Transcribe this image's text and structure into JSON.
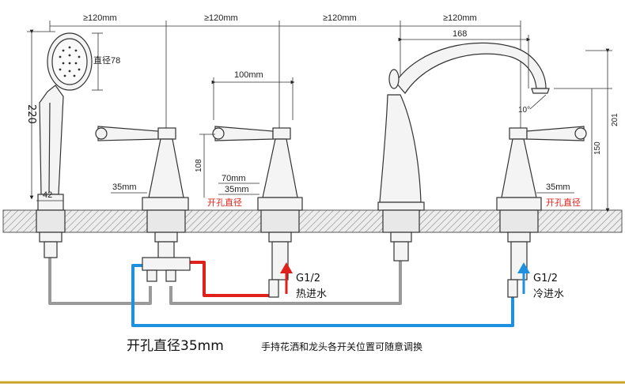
{
  "spacing": {
    "gap_1": "≥120mm",
    "gap_2": "≥120mm",
    "gap_3": "≥120mm",
    "gap_4": "≥120mm"
  },
  "hand_shower": {
    "diameter_label": "直径78",
    "height": "220",
    "base_width": "42"
  },
  "handles": {
    "left_hole": "35mm",
    "middle_spread": "100mm",
    "middle_height": "108",
    "middle_outer": "70mm",
    "middle_hole": "35mm",
    "middle_hole_red": "开孔直径",
    "right_hole": "35mm",
    "right_hole_red": "开孔直径"
  },
  "spout": {
    "reach": "168",
    "angle": "10°",
    "total_height": "201",
    "height": "150"
  },
  "inlets": {
    "hot_size": "G1/2",
    "hot_label": "热进水",
    "cold_size": "G1/2",
    "cold_label": "冷进水"
  },
  "footer": {
    "hole_title": "开孔直径35mm",
    "note": "手持花洒和龙头各开关位置可随意调换"
  },
  "colors": {
    "hot_pipe": "#e0201b",
    "cold_pipe": "#1e90e0",
    "mix_pipe": "#9a9a9a"
  }
}
